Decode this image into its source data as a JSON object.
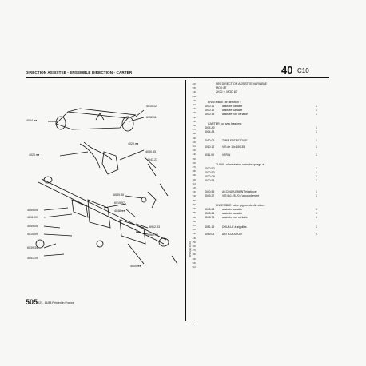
{
  "header": {
    "title": "DIRECTION ASSISTEE - ENSEMBLE DIRECTION - CARTER",
    "section_number": "40",
    "section_code": "C10"
  },
  "callouts": [
    "4010.12",
    "6952.11",
    "4020.●●",
    "4040.55",
    "4043.27",
    "6539.35",
    "6915.97",
    "4048.●●",
    "6912.33",
    "6962.15",
    "4000.●●",
    "4004.●●",
    "4020.●●",
    "4059.05",
    "4011.09",
    "4059.05",
    "4010.09",
    "6539.34",
    "4051.19"
  ],
  "side_numbers": [
    "220",
    "505",
    "340",
    "508",
    "100",
    "110",
    "120",
    "130",
    "140",
    "150",
    "160",
    "170",
    "180",
    "190",
    "200",
    "210",
    "230",
    "240",
    "250",
    "260",
    "270",
    "280",
    "290",
    "300",
    "310",
    "320",
    "330",
    "340",
    "350",
    "360",
    "370",
    "380",
    "390",
    "400",
    "410",
    "420",
    "430",
    "440",
    "450",
    "460",
    "470",
    "480",
    "490",
    "500",
    "510"
  ],
  "vertical_text": "505 S(E) 40/10",
  "notes": {
    "n1": "N97 DIRECTION ASSISTEE VARIABLE",
    "n2": "MOD 87",
    "n3": "ZK0J ➜ MOD 87"
  },
  "groups": {
    "g1": "ENSEMBLE de direction :",
    "g2": "CARTER nu avec bagues :",
    "g3": "TUYAU alimentation verin braquage à :",
    "g4": "ENSEMBLE valve pignon de direction :"
  },
  "rows": [
    {
      "ref": "4000.11",
      "desc": "assistée variable",
      "qty": "1"
    },
    {
      "ref": "4000.12",
      "desc": "assistée variable",
      "qty": "1"
    },
    {
      "ref": "4000.15",
      "desc": "assistée non variable",
      "qty": "1"
    },
    {
      "ref": "4004.A0",
      "desc": "",
      "qty": "1"
    },
    {
      "ref": "4004.A1",
      "desc": "",
      "qty": "1"
    },
    {
      "ref": "4010.09",
      "desc": "TUBE ENTRETOISE",
      "qty": "1"
    },
    {
      "ref": "4010.12",
      "desc": "VIS de 10x1.50-35",
      "qty": "1"
    },
    {
      "ref": "4011.09",
      "desc": "VERIN",
      "qty": "1"
    },
    {
      "ref": "4020.E2",
      "desc": "",
      "qty": "1"
    },
    {
      "ref": "4020.E3",
      "desc": "",
      "qty": "1"
    },
    {
      "ref": "4020.C9",
      "desc": "",
      "qty": "1"
    },
    {
      "ref": "4020.E1",
      "desc": "",
      "qty": "1"
    },
    {
      "ref": "4040.55",
      "desc": "ACCOUPLEMENT élastique",
      "qty": "1"
    },
    {
      "ref": "4043.27",
      "desc": "VIS 6x1,25-20 d'accouplement",
      "qty": "1"
    },
    {
      "ref": "4048.68",
      "desc": "assistée variable",
      "qty": "1"
    },
    {
      "ref": "4048.66",
      "desc": "assistée variable",
      "qty": "1"
    },
    {
      "ref": "4048.74",
      "desc": "assistée non variable",
      "qty": "1"
    },
    {
      "ref": "4051.19",
      "desc": "DOUILLE à aiguilles",
      "qty": "1"
    },
    {
      "ref": "4059.05",
      "desc": "ARTICULATION",
      "qty": "2"
    }
  ],
  "footer": {
    "model": "505",
    "text": "(2) - 11/88 Printed in France"
  },
  "colors": {
    "ink": "#111111",
    "paper": "#f7f7f5"
  }
}
